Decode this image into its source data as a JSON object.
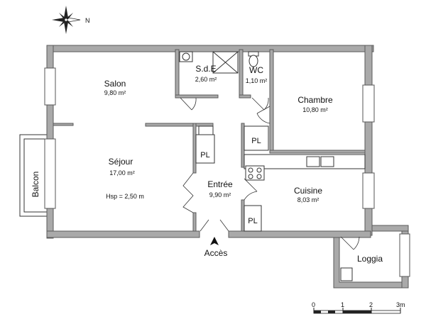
{
  "compass": {
    "north_label": "N",
    "icon": "compass-rose-icon"
  },
  "rooms": {
    "salon": {
      "name": "Salon",
      "area": "9,80 m²"
    },
    "sejour": {
      "name": "Séjour",
      "area": "17,00 m²",
      "height": "Hsp = 2,50 m"
    },
    "sde": {
      "name": "S.d.E",
      "area": "2,60 m²"
    },
    "wc": {
      "name": "WC",
      "area": "1,10 m²"
    },
    "chambre": {
      "name": "Chambre",
      "area": "10,80 m²"
    },
    "entree": {
      "name": "Entrée",
      "area": "9,90 m²"
    },
    "cuisine": {
      "name": "Cuisine",
      "area": "8,03 m²"
    },
    "loggia": {
      "name": "Loggia"
    },
    "balcon": {
      "name": "Balcon"
    }
  },
  "closets": [
    "PL",
    "PL",
    "PL"
  ],
  "access": {
    "label": "Accès"
  },
  "scale": {
    "ticks": [
      "0",
      "1",
      "2",
      "3m"
    ]
  },
  "colors": {
    "wall": "#a9a9a9",
    "line": "#333333"
  }
}
